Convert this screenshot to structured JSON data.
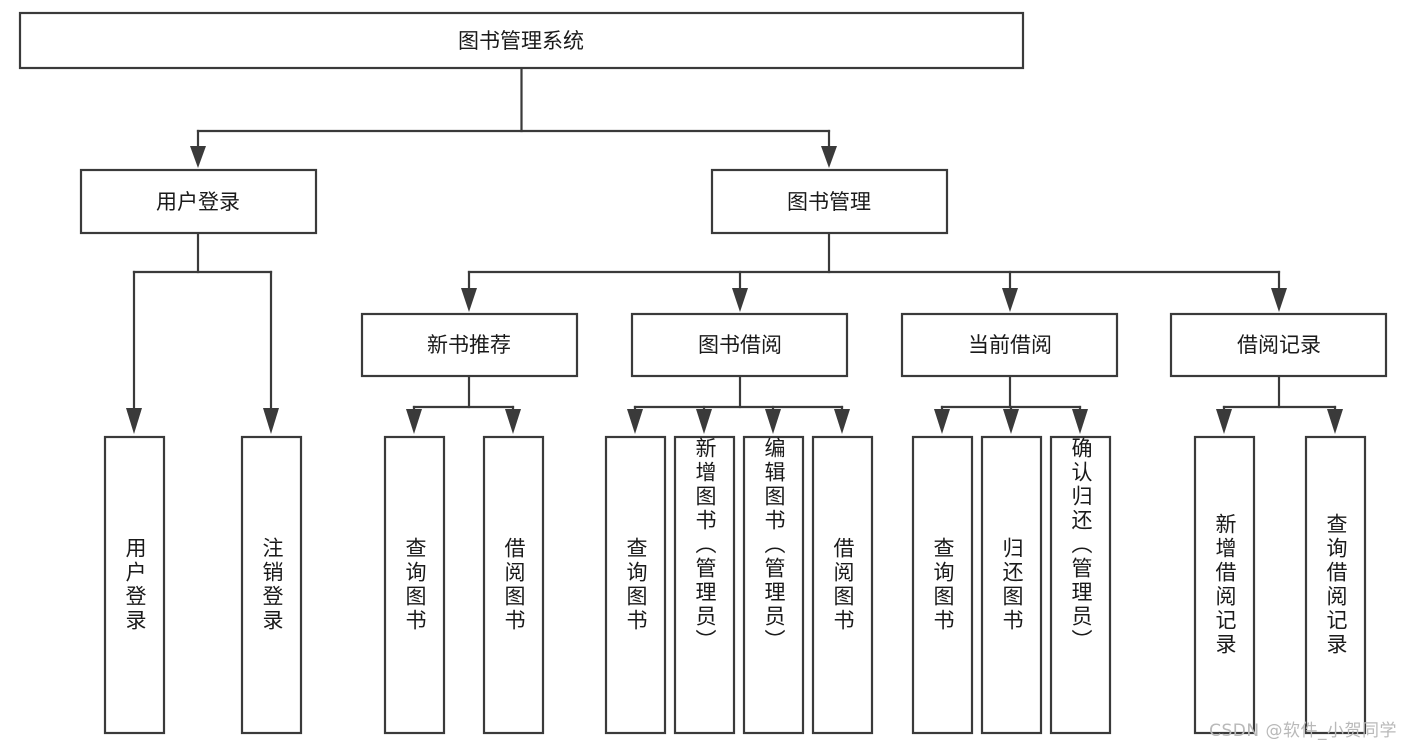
{
  "diagram": {
    "type": "tree-hierarchy",
    "orientation": "top-down",
    "root": {
      "id": "root",
      "label": "图书管理系统",
      "text_orientation": "horizontal"
    },
    "levels": [
      {
        "level": 1,
        "nodes": [
          {
            "id": "user-login",
            "label": "用户登录",
            "text_orientation": "horizontal",
            "parent": "root"
          },
          {
            "id": "book-manage",
            "label": "图书管理",
            "text_orientation": "horizontal",
            "parent": "root"
          }
        ]
      },
      {
        "level": 2,
        "nodes": [
          {
            "id": "new-book-recommend",
            "label": "新书推荐",
            "text_orientation": "horizontal",
            "parent": "book-manage"
          },
          {
            "id": "book-borrow",
            "label": "图书借阅",
            "text_orientation": "horizontal",
            "parent": "book-manage"
          },
          {
            "id": "current-borrow",
            "label": "当前借阅",
            "text_orientation": "horizontal",
            "parent": "book-manage"
          },
          {
            "id": "borrow-record",
            "label": "借阅记录",
            "text_orientation": "horizontal",
            "parent": "book-manage"
          }
        ]
      },
      {
        "level": 3,
        "nodes": [
          {
            "id": "leaf-user-login",
            "label": "用户登录",
            "text_orientation": "vertical",
            "parent": "user-login"
          },
          {
            "id": "leaf-user-logout",
            "label": "注销登录",
            "text_orientation": "vertical",
            "parent": "user-login"
          },
          {
            "id": "leaf-query-book-1",
            "label": "查询图书",
            "text_orientation": "vertical",
            "parent": "new-book-recommend"
          },
          {
            "id": "leaf-borrow-book-1",
            "label": "借阅图书",
            "text_orientation": "vertical",
            "parent": "new-book-recommend"
          },
          {
            "id": "leaf-query-book-2",
            "label": "查询图书",
            "text_orientation": "vertical",
            "parent": "book-borrow"
          },
          {
            "id": "leaf-add-book",
            "label": "新增图书（管理员）",
            "text_orientation": "vertical",
            "parent": "book-borrow"
          },
          {
            "id": "leaf-edit-book",
            "label": "编辑图书（管理员）",
            "text_orientation": "vertical",
            "parent": "book-borrow"
          },
          {
            "id": "leaf-borrow-book-2",
            "label": "借阅图书",
            "text_orientation": "vertical",
            "parent": "book-borrow"
          },
          {
            "id": "leaf-query-book-3",
            "label": "查询图书",
            "text_orientation": "vertical",
            "parent": "current-borrow"
          },
          {
            "id": "leaf-return-book",
            "label": "归还图书",
            "text_orientation": "vertical",
            "parent": "current-borrow"
          },
          {
            "id": "leaf-confirm-return",
            "label": "确认归还（管理员）",
            "text_orientation": "vertical",
            "parent": "current-borrow"
          },
          {
            "id": "leaf-add-record",
            "label": "新增借阅记录",
            "text_orientation": "vertical",
            "parent": "borrow-record"
          },
          {
            "id": "leaf-query-record",
            "label": "查询借阅记录",
            "text_orientation": "vertical",
            "parent": "borrow-record"
          }
        ]
      }
    ]
  },
  "watermark": {
    "text": "CSDN @软件_小贺同学"
  },
  "colors": {
    "box_stroke": "#3a3a3a",
    "box_fill": "#ffffff",
    "text": "#1a1a1a",
    "connector": "#3a3a3a",
    "watermark": "#b9b9b9",
    "background": "#ffffff"
  }
}
